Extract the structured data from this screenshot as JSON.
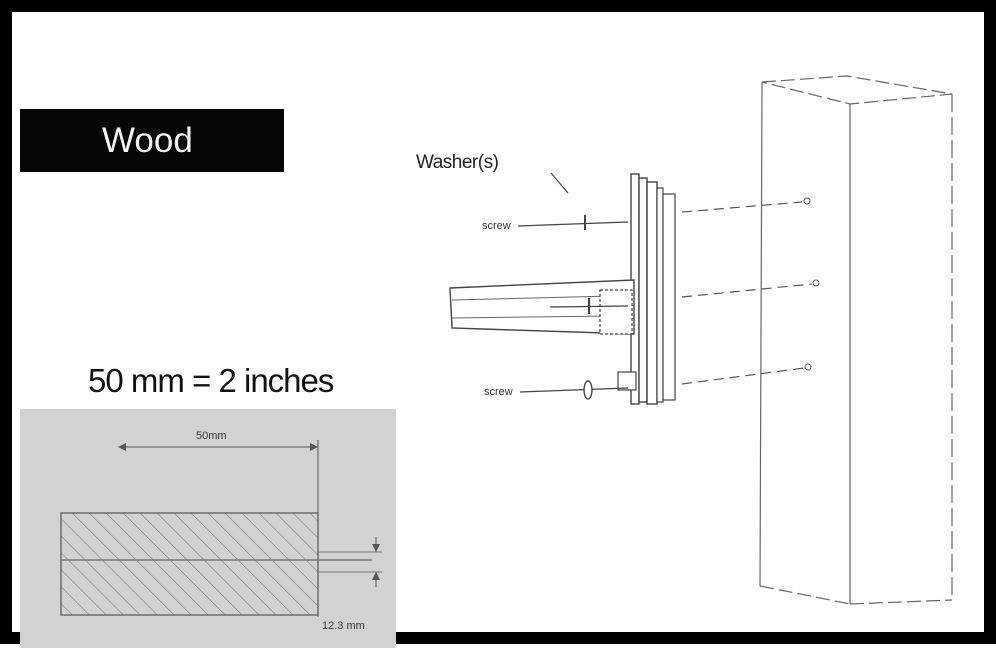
{
  "banner": {
    "title": "Wood"
  },
  "conversion": {
    "text": "50 mm = 2 inches"
  },
  "cross_section": {
    "width_label": "50mm",
    "thickness_label": "12.3 mm"
  },
  "assembly": {
    "washer_label": "Washer(s)",
    "part_label_top": "screw",
    "part_label_bottom": "screw"
  },
  "colors": {
    "background": "#ffffff",
    "border": "#000000",
    "banner": "#050505",
    "panel": "#d2d2d2"
  }
}
